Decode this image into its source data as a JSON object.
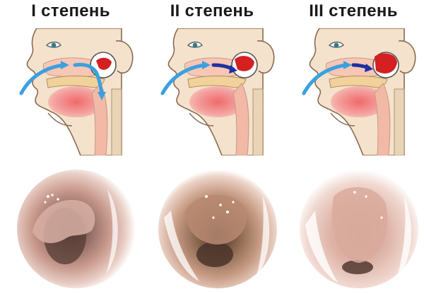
{
  "degrees": [
    {
      "title": "I степень"
    },
    {
      "title": "II степень"
    },
    {
      "title": "III степень"
    }
  ],
  "icons": {
    "arrows": "airflow-arrow-icon"
  },
  "colors": {
    "skin": "#f4e2cc",
    "outline": "#8a6a52",
    "cavity": "#f7c6b4",
    "tongue": "#ef9a98",
    "adenoid": "#d42020",
    "arrow_light": "#3aa0e0",
    "arrow_dark": "#2030a0"
  }
}
